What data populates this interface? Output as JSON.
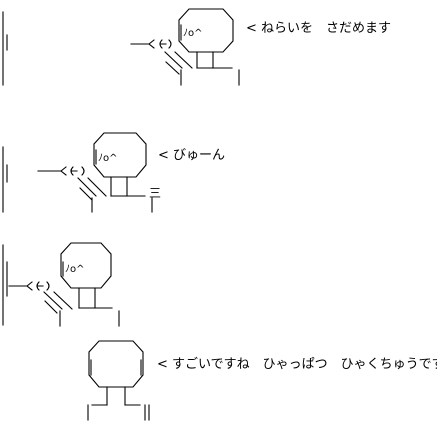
{
  "panels": [
    {
      "speech": "< ねらいを　さだめます"
    },
    {
      "speech": "< びゅーん"
    },
    {
      "speech": ""
    },
    {
      "speech": "< すごいですね　ひゃっぱつ　ひゃくちゅうです"
    }
  ],
  "glyphs": {
    "face": "ﾉo^",
    "speedlines": "三"
  }
}
